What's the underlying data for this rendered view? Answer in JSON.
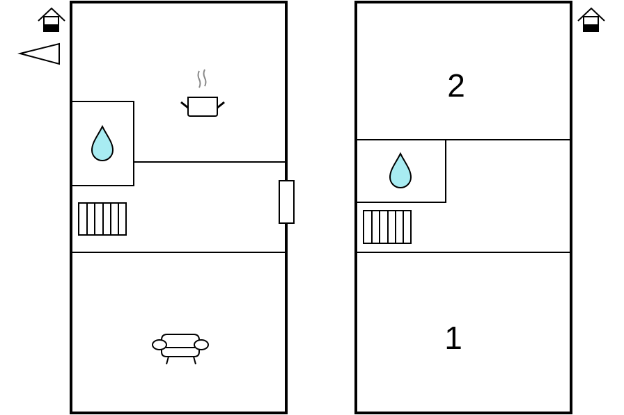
{
  "floors": [
    {
      "name": "ground-floor",
      "label": "1"
    },
    {
      "name": "upper-floor",
      "label": "2"
    }
  ],
  "icons": [
    "house-entrance-icon",
    "north-arrow-icon",
    "kitchen-pot-icon",
    "water-drop-icon",
    "radiator-icon",
    "door-icon",
    "sofa-icon"
  ],
  "colors": {
    "water": "#a8ecf2",
    "wall": "#000000",
    "steam": "#888888"
  }
}
